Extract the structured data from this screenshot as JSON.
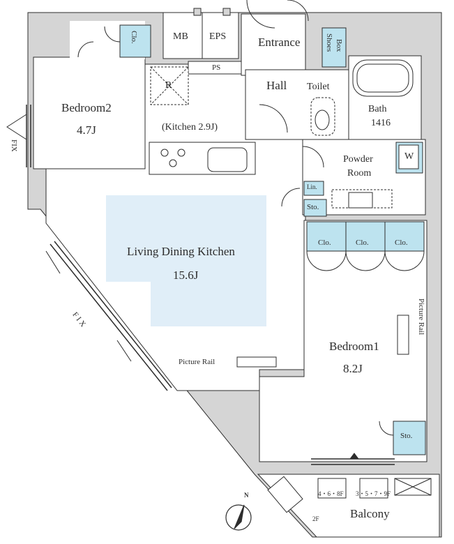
{
  "rooms": {
    "bedroom2": {
      "name": "Bedroom2",
      "size": "4.7J"
    },
    "kitchen": {
      "name": "(Kitchen 2.9J)"
    },
    "ldk": {
      "name": "Living Dining Kitchen",
      "size": "15.6J"
    },
    "bedroom1": {
      "name": "Bedroom1",
      "size": "8.2J"
    },
    "bath": {
      "name": "Bath",
      "size": "1416"
    },
    "powder": {
      "line1": "Powder",
      "line2": "Room"
    },
    "entrance": "Entrance",
    "hall": "Hall",
    "toilet": "Toilet",
    "balcony": "Balcony"
  },
  "labels": {
    "mb": "MB",
    "eps": "EPS",
    "ps": "PS",
    "fridge": "R",
    "washer": "W",
    "shoes_box_1": "Shoes",
    "shoes_box_2": "Box",
    "clo_bedroom2": "Clo.",
    "clo_1": "Clo.",
    "clo_2": "Clo.",
    "clo_3": "Clo.",
    "lin": "Lin.",
    "sto_powder": "Sto.",
    "sto_bedroom1": "Sto.",
    "picture_rail_ldk": "Picture Rail",
    "picture_rail_bedroom1": "Picture Rail",
    "fix_left": "FIX",
    "fix_diagonal": "F I X",
    "balcony_floors_1": "4・6・8F",
    "balcony_floors_2": "3・5・7・9F",
    "balcony_floor_2f": "2F",
    "north": "N"
  },
  "colors": {
    "wall": "#d5d5d5",
    "line": "#2d2d2d",
    "storage": "#bde3ef",
    "ldk_highlight": "#e0eef8"
  }
}
